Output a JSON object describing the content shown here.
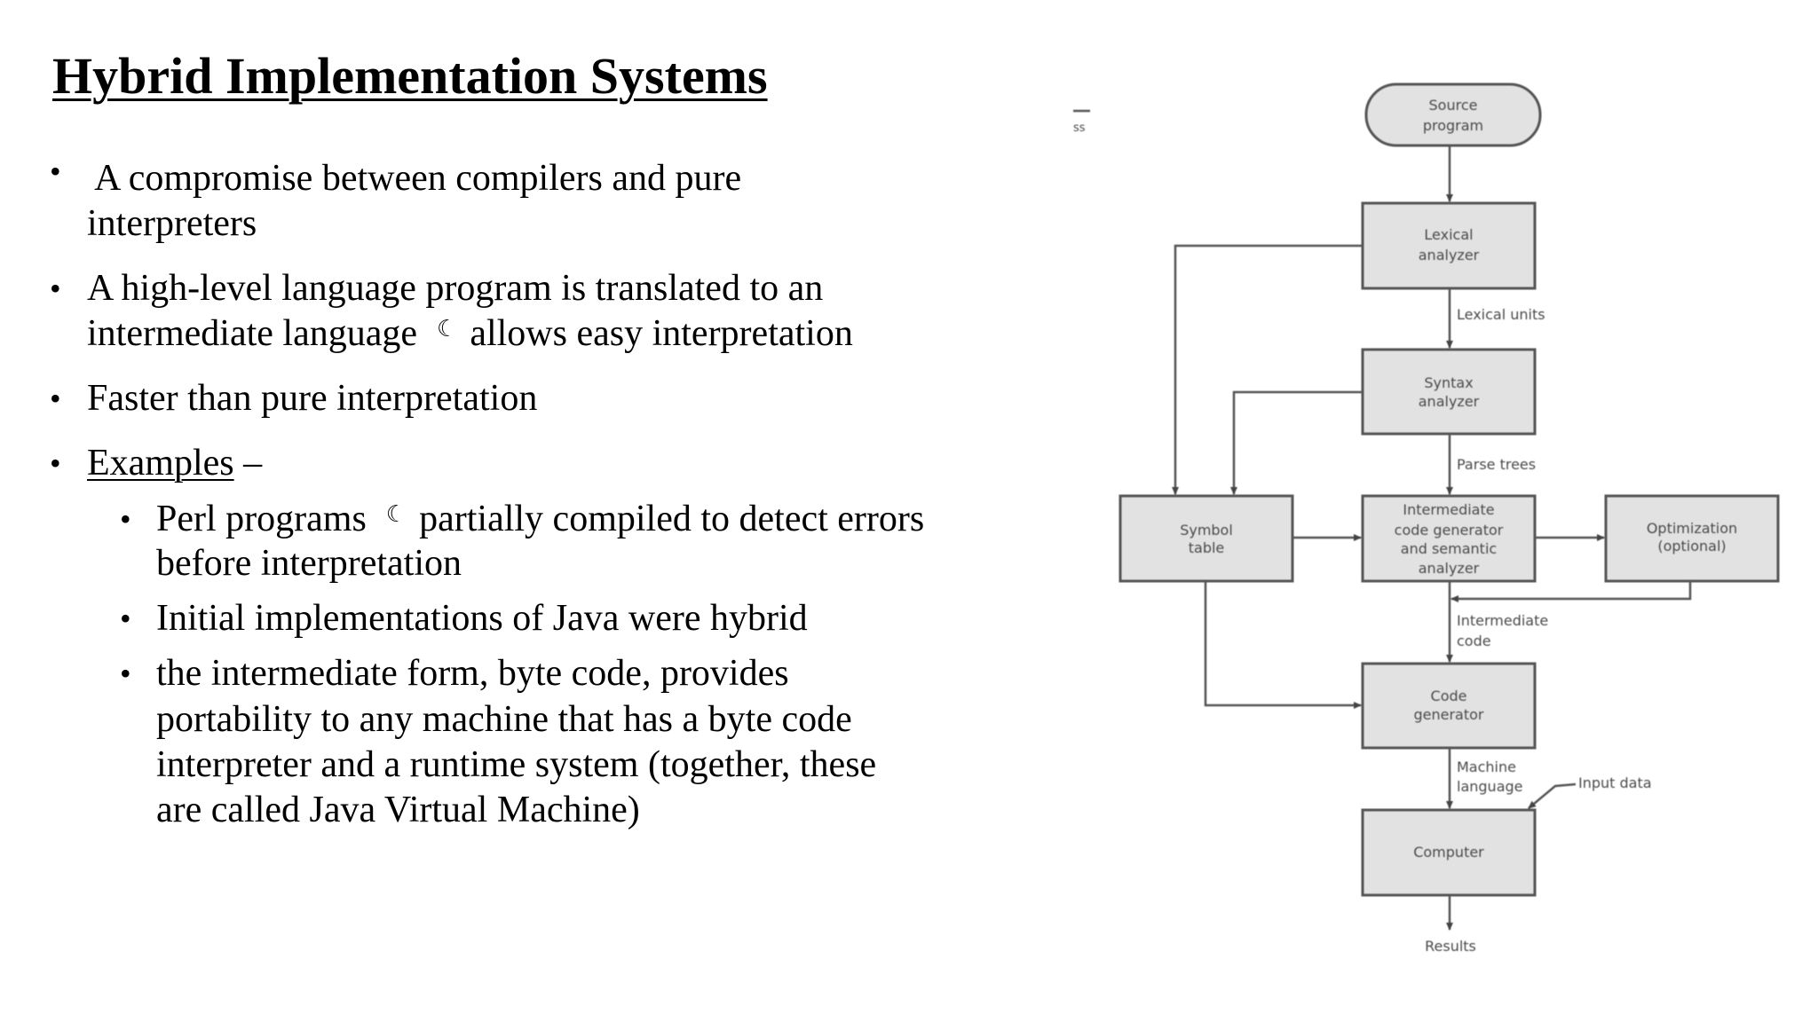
{
  "slide": {
    "title": "Hybrid Implementation Systems",
    "bullets": [
      {
        "lines": [
          " A compromise between compilers and pure",
          "interpreters"
        ]
      },
      {
        "line1": "A high-level language program is translated to an",
        "line2a": "intermediate language",
        "line2b": "allows easy interpretation"
      },
      {
        "lines": [
          "Faster than pure interpretation"
        ]
      },
      {
        "link": "Examples",
        "suffix": " –"
      }
    ],
    "sub_bullets": [
      {
        "line1a": "Perl programs",
        "line1b": "partially compiled to detect errors",
        "line2": "before interpretation"
      },
      {
        "lines": [
          "Initial implementations of Java were hybrid"
        ]
      },
      {
        "lines": [
          "the intermediate form, byte code, provides",
          "portability to any machine that has a byte code",
          "interpreter and a runtime system (together, these",
          "are called Java Virtual Machine)"
        ]
      }
    ],
    "arrow_glyph": "☾",
    "bullet_glyph": "•"
  },
  "diagram": {
    "corner_fragment": "ss",
    "nodes": {
      "source": [
        "Source",
        "program"
      ],
      "lexical": [
        "Lexical",
        "analyzer"
      ],
      "syntax": [
        "Syntax",
        "analyzer"
      ],
      "symbol": [
        "Symbol",
        "table"
      ],
      "intermediate": [
        "Intermediate",
        "code generator",
        "and semantic",
        "analyzer"
      ],
      "optimization": [
        "Optimization",
        "(optional)"
      ],
      "codegen": [
        "Code",
        "generator"
      ],
      "computer": [
        "Computer"
      ]
    },
    "edge_labels": {
      "lexical_units": "Lexical units",
      "parse_trees": "Parse trees",
      "intermediate_code": [
        "Intermediate",
        "code"
      ],
      "machine_language": [
        "Machine",
        "language"
      ],
      "input_data": "Input data",
      "results": "Results"
    },
    "colors": {
      "box_fill": "#e2e2e2",
      "stroke": "#555555",
      "text": "#4a4a4a"
    }
  }
}
